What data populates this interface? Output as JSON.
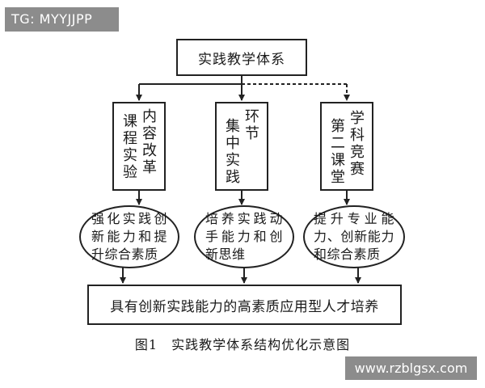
{
  "watermarks": {
    "top_left": "TG: MYYJJPP",
    "bottom_right": "www.rzblgsx.com"
  },
  "diagram": {
    "root": "实践教学体系",
    "branches": [
      {
        "col1": "课程实验",
        "col2": "内容改革",
        "outcome": "强化实践创新能力和提升综合素质",
        "connector": "solid"
      },
      {
        "col1": "集中实践",
        "col2": "环节",
        "outcome": "培养实践动手能力和创新思维",
        "connector": "solid"
      },
      {
        "col1": "第二课堂",
        "col2": "学科竞赛",
        "outcome": "提升专业能力、创新能力和综合素质",
        "connector": "dashed"
      }
    ],
    "goal": "具有创新实践能力的高素质应用型人才培养"
  },
  "caption": "图1　实践教学体系结构优化示意图"
}
